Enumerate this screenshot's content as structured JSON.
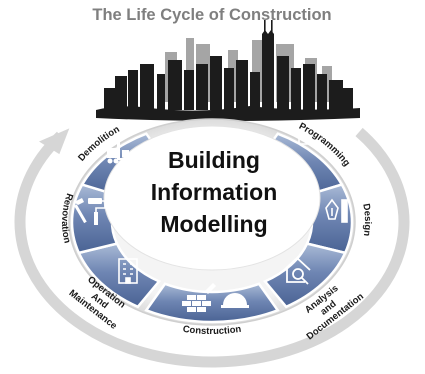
{
  "title": "The Life Cycle of Construction",
  "center_lines": [
    "Building",
    "Information",
    "Modelling"
  ],
  "stages": [
    {
      "key": "programming",
      "lines": [
        "Programming"
      ],
      "icon": "clipboard-checklist-icon"
    },
    {
      "key": "design",
      "lines": [
        "Design"
      ],
      "icon": "pen-nib-ruler-icon"
    },
    {
      "key": "analysis",
      "lines": [
        "Analysis",
        "and",
        "Documentation"
      ],
      "icon": "house-magnifier-icon"
    },
    {
      "key": "construction",
      "lines": [
        "Construction"
      ],
      "icon": "bricks-trowel-hardhat-icon"
    },
    {
      "key": "operation",
      "lines": [
        "Operation",
        "And",
        "Maintenance"
      ],
      "icon": "office-building-icon"
    },
    {
      "key": "renovation",
      "lines": [
        "Renovation"
      ],
      "icon": "hammer-paint-roller-icon"
    },
    {
      "key": "demolition",
      "lines": [
        "Demolition"
      ],
      "icon": "forklift-boxes-icon"
    }
  ],
  "colors": {
    "segment_dark": "#4a6394",
    "segment_mid": "#6f86b3",
    "segment_light": "#a9bad6",
    "outer_arrow": "#d6d6d6",
    "skyline_dark": "#1c1c1c",
    "skyline_grey": "#9a9a9a"
  }
}
